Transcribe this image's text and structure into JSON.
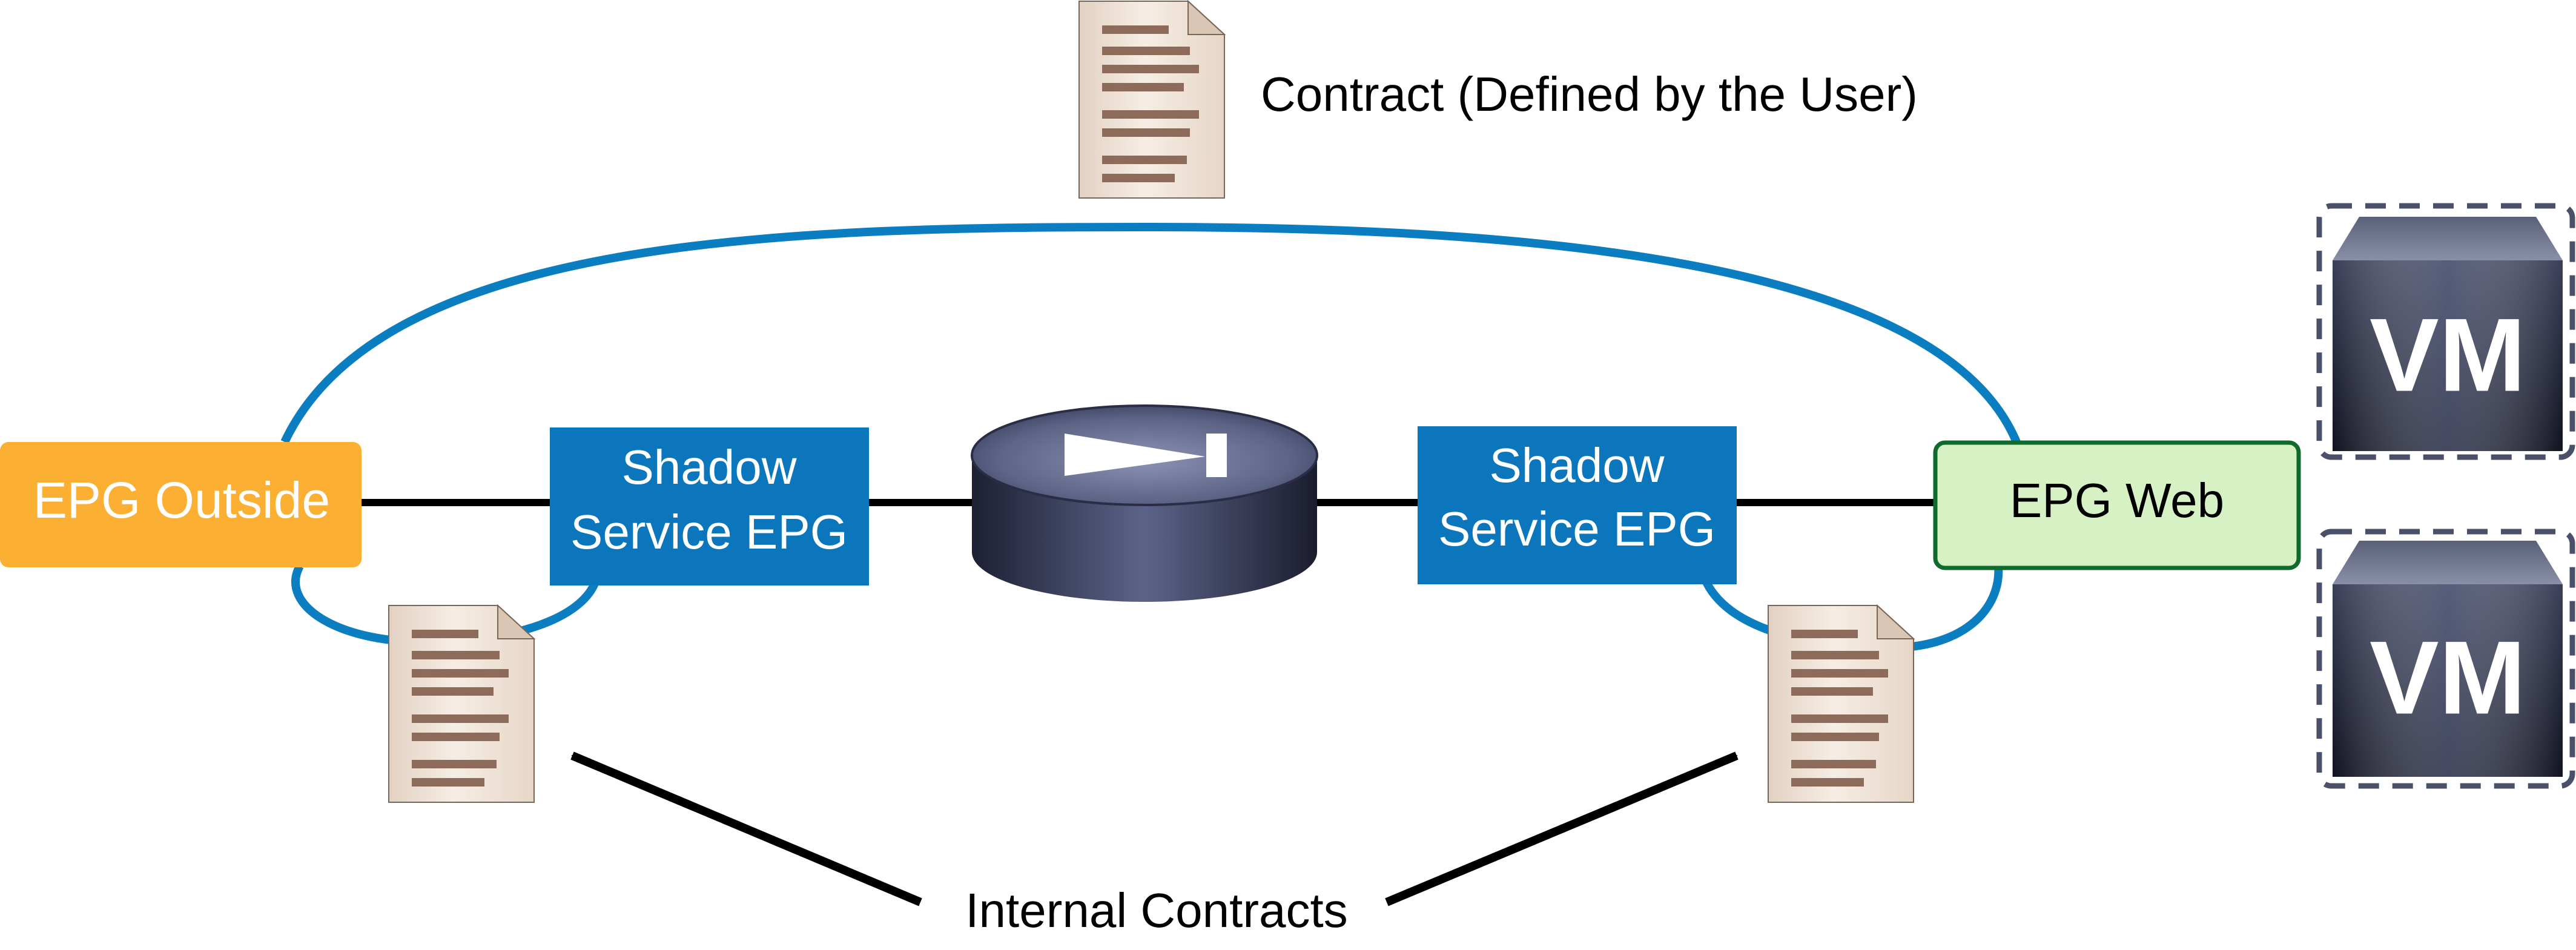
{
  "contract_label": "Contract (Defined by the User)",
  "internal_contracts_label": "Internal Contracts",
  "epg_outside": {
    "label": "EPG Outside",
    "color": "#fbb034"
  },
  "epg_web": {
    "label": "EPG Web",
    "fill": "#d6f1c4",
    "border": "#0f6b2c"
  },
  "shadow_left": {
    "line1": "Shadow",
    "line2": "Service EPG",
    "color": "#0b76bb"
  },
  "shadow_right": {
    "line1": "Shadow",
    "line2": "Service EPG",
    "color": "#0b76bb"
  },
  "vm_top": {
    "label": "VM"
  },
  "vm_bottom": {
    "label": "VM"
  },
  "icons": {
    "service_node": "service-node-icon",
    "document": "contract-document-icon",
    "vm": "vm-icon"
  },
  "colors": {
    "contract_loop": "#0b7ec1",
    "connector": "#000000",
    "document_paper": "#f0e4d8",
    "document_lines": "#8c6b5a"
  }
}
